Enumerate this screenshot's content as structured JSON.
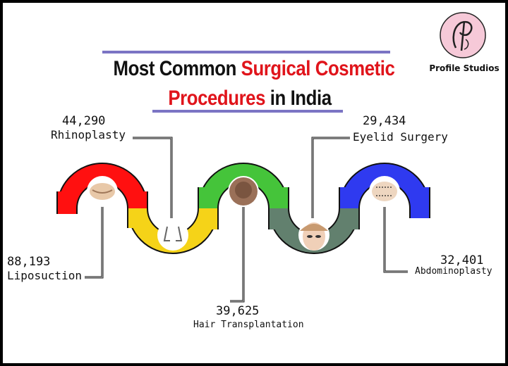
{
  "brand": {
    "name": "Profile Studios"
  },
  "title": {
    "line1_plain": "Most Common ",
    "line1_highlight": "Surgical Cosmetic",
    "line2_highlight": "Procedures",
    "line2_plain": " in India"
  },
  "chart_data": {
    "type": "bar",
    "title": "Most Common Surgical Cosmetic Procedures in India",
    "categories": [
      "Liposuction",
      "Rhinoplasty",
      "Hair Transplantation",
      "Eyelid Surgery",
      "Abdominoplasty"
    ],
    "values": [
      88193,
      44290,
      39625,
      29434,
      32401
    ],
    "value_labels": [
      "88,193",
      "44,290",
      "39,625",
      "29,434",
      "32,401"
    ],
    "colors": {
      "red": "#ff1010",
      "yellow": "#f5d318",
      "green": "#45c43a",
      "slate": "#62806e",
      "blue": "#2f3af0",
      "accent": "#e0141b",
      "rule": "#7b74c4",
      "leader": "#9a9a9a"
    },
    "icons": [
      "belly-pinch-icon",
      "nose-icon",
      "scalp-icon",
      "eye-face-icon",
      "abdomen-markings-icon"
    ]
  }
}
